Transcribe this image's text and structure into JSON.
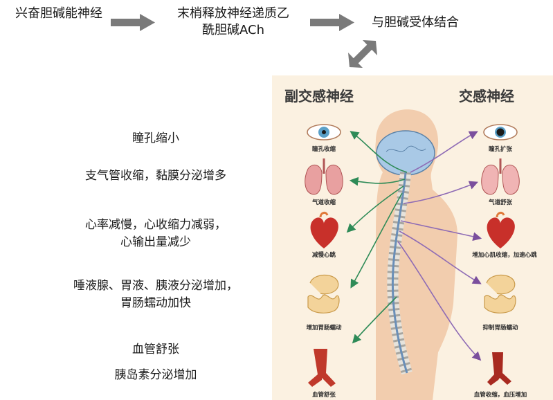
{
  "flow": {
    "step1": "兴奋胆碱能神经",
    "step2_line1": "末梢释放神经递质乙",
    "step2_line2": "酰胆碱ACh",
    "step3": "与胆碱受体结合"
  },
  "effects": {
    "eye": "瞳孔缩小",
    "bronchi": "支气管收缩，黏膜分泌增多",
    "heart_line1": "心率减慢，心收缩力减弱，",
    "heart_line2": "心输出量减少",
    "gland_line1": "唾液腺、胃液、胰液分泌增加，",
    "gland_line2": "胃肠蠕动加快",
    "vessel": "血管舒张",
    "insulin": "胰岛素分泌增加"
  },
  "figure": {
    "parasympathetic_title": "副交感神经",
    "sympathetic_title": "交感神经",
    "para_labels": [
      "瞳孔收缩",
      "气道收缩",
      "减慢心跳",
      "增加胃肠蠕动",
      "血管舒张"
    ],
    "symp_labels": [
      "瞳孔扩张",
      "气道舒张",
      "增加心肌收缩，加速心跳",
      "抑制胃肠蠕动",
      "血管收缩，血压增加"
    ]
  },
  "colors": {
    "arrow_gray": "#7a7a7a",
    "parasympathetic_green": "#2e8b57",
    "sympathetic_purple": "#7b4f9d",
    "panel_bg": "#fbf1e1"
  }
}
